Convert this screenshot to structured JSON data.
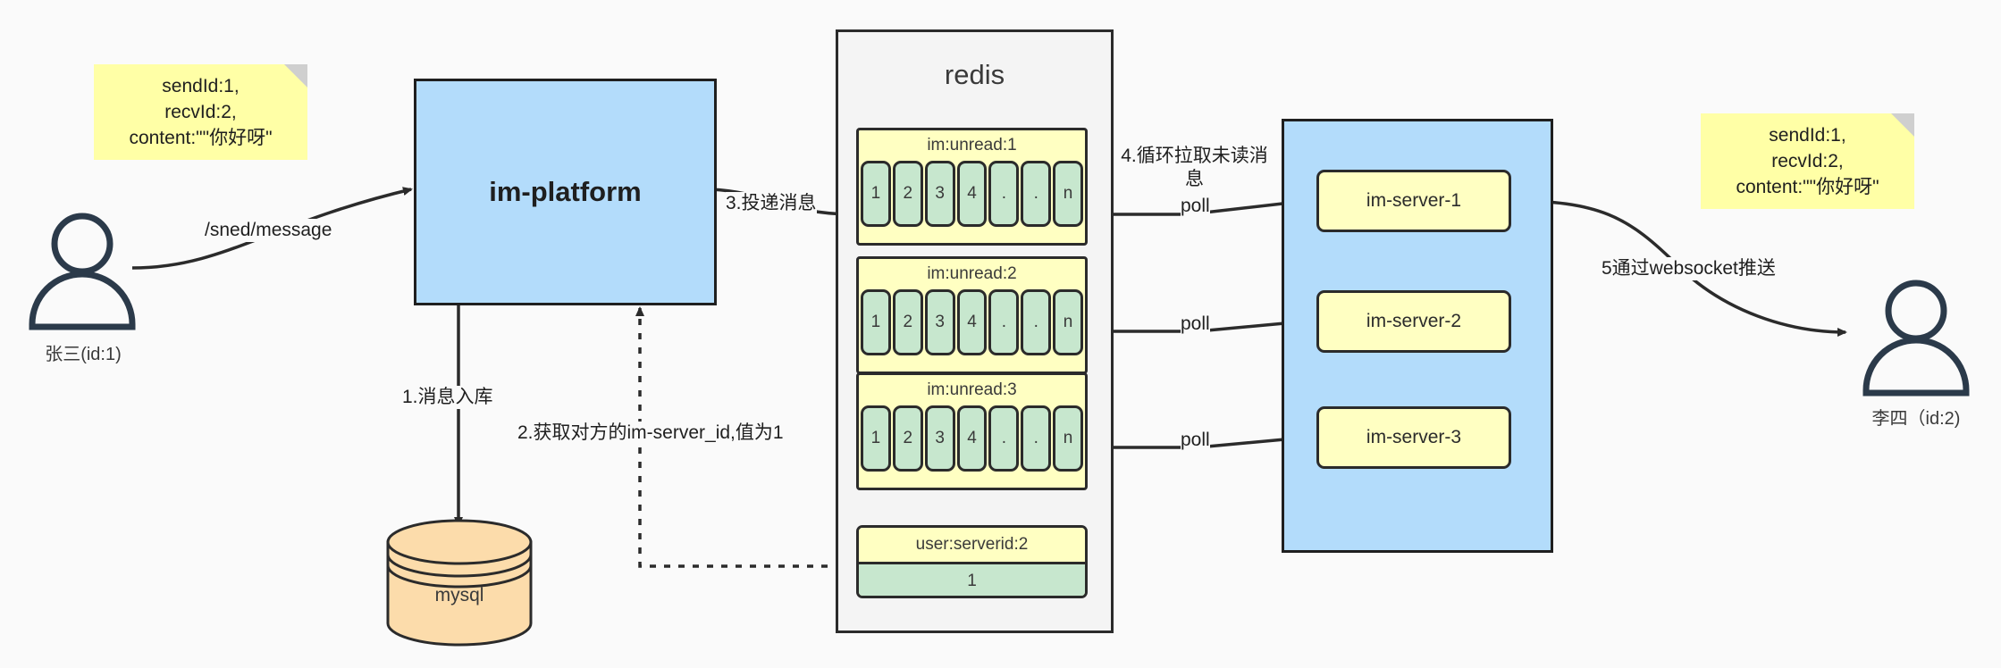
{
  "diagram": {
    "title": "IM message delivery architecture",
    "background": "#fafafa"
  },
  "notes": {
    "left": {
      "name": "message-payload-note-left",
      "text": "sendId:1,\nrecvId:2,\ncontent:\"\"你好呀\""
    },
    "right": {
      "name": "message-payload-note-right",
      "text": "sendId:1,\nrecvId:2,\ncontent:\"\"你好呀\""
    }
  },
  "actors": {
    "sender": {
      "label": "张三(id:1)"
    },
    "receiver": {
      "label": "李四（id:2)"
    }
  },
  "platform": {
    "label": "im-platform"
  },
  "database": {
    "label": "mysql"
  },
  "redis": {
    "title": "redis",
    "lists": [
      {
        "key": "im:unread:1",
        "cells": [
          "1",
          "2",
          "3",
          "4",
          ".",
          ".",
          "n"
        ]
      },
      {
        "key": "im:unread:2",
        "cells": [
          "1",
          "2",
          "3",
          "4",
          ".",
          ".",
          "n"
        ]
      },
      {
        "key": "im:unread:3",
        "cells": [
          "1",
          "2",
          "3",
          "4",
          ".",
          ".",
          "n"
        ]
      }
    ],
    "kv": {
      "key": "user:serverid:2",
      "value": "1"
    }
  },
  "cluster": {
    "servers": [
      {
        "label": "im-server-1"
      },
      {
        "label": "im-server-2"
      },
      {
        "label": "im-server-3"
      }
    ]
  },
  "edges": {
    "send_message": "/sned/message",
    "step1": "1.消息入库",
    "step2": "2.获取对方的im-server_id,值为1",
    "step3": "3.投递消息",
    "step4": "4.循环拉取未读消\n息",
    "poll1": "poll",
    "poll2": "poll",
    "poll3": "poll",
    "step5": "5通过websocket推送"
  },
  "colors": {
    "note_yellow": "#ffffa6",
    "card_yellow": "#ffffc2",
    "cell_green": "#c7e7ce",
    "box_blue": "#b3dcfb",
    "db_orange": "#fcdcab",
    "redis_bg": "#f4f4f4",
    "stroke": "#2b2b2b"
  }
}
